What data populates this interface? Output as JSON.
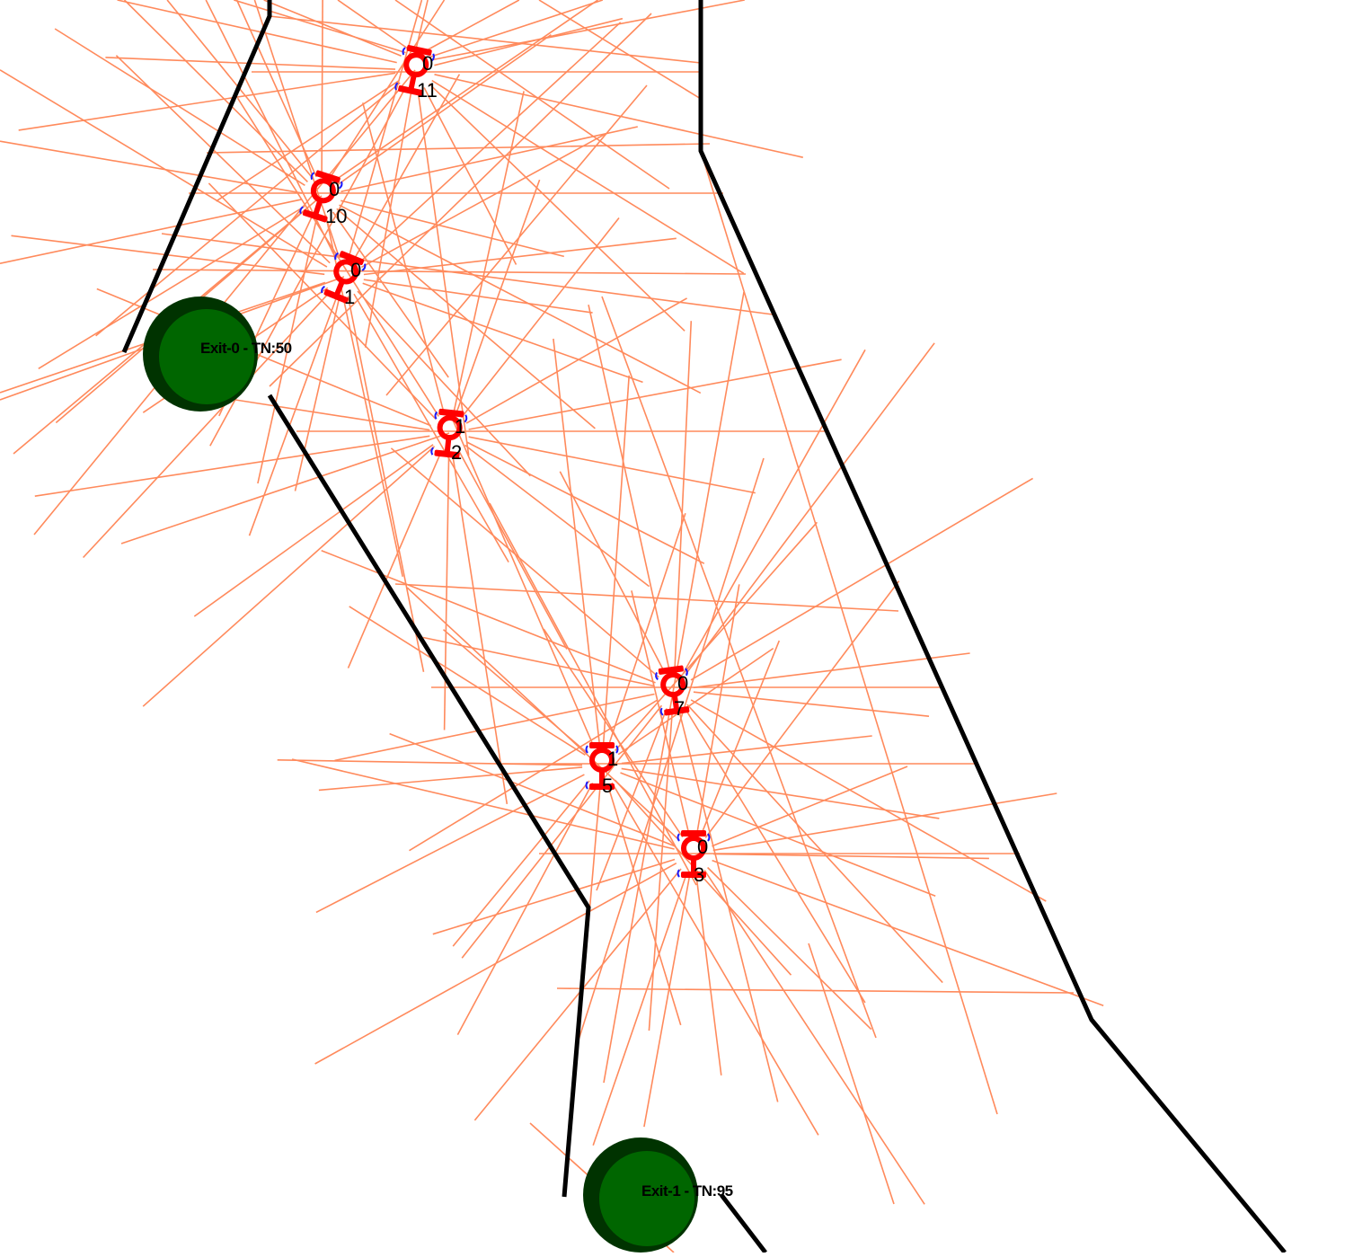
{
  "scene": {
    "colors": {
      "wall": "#000000",
      "ray": "#ff8a5c",
      "agent_body": "#ff0000",
      "agent_accent": "#1a1aff",
      "exit_outer": "#003300",
      "exit_inner": "#006600"
    },
    "exits": [
      {
        "label": "Exit-0 - TN:50"
      },
      {
        "label": "Exit-1 - TN:95"
      }
    ],
    "agents": [
      {
        "id": "11",
        "state": "0"
      },
      {
        "id": "10",
        "state": "0"
      },
      {
        "id": "1",
        "state": "0"
      },
      {
        "id": "2",
        "state": "1"
      },
      {
        "id": "7",
        "state": "0"
      },
      {
        "id": "5",
        "state": "1"
      },
      {
        "id": "3",
        "state": "0"
      }
    ]
  }
}
